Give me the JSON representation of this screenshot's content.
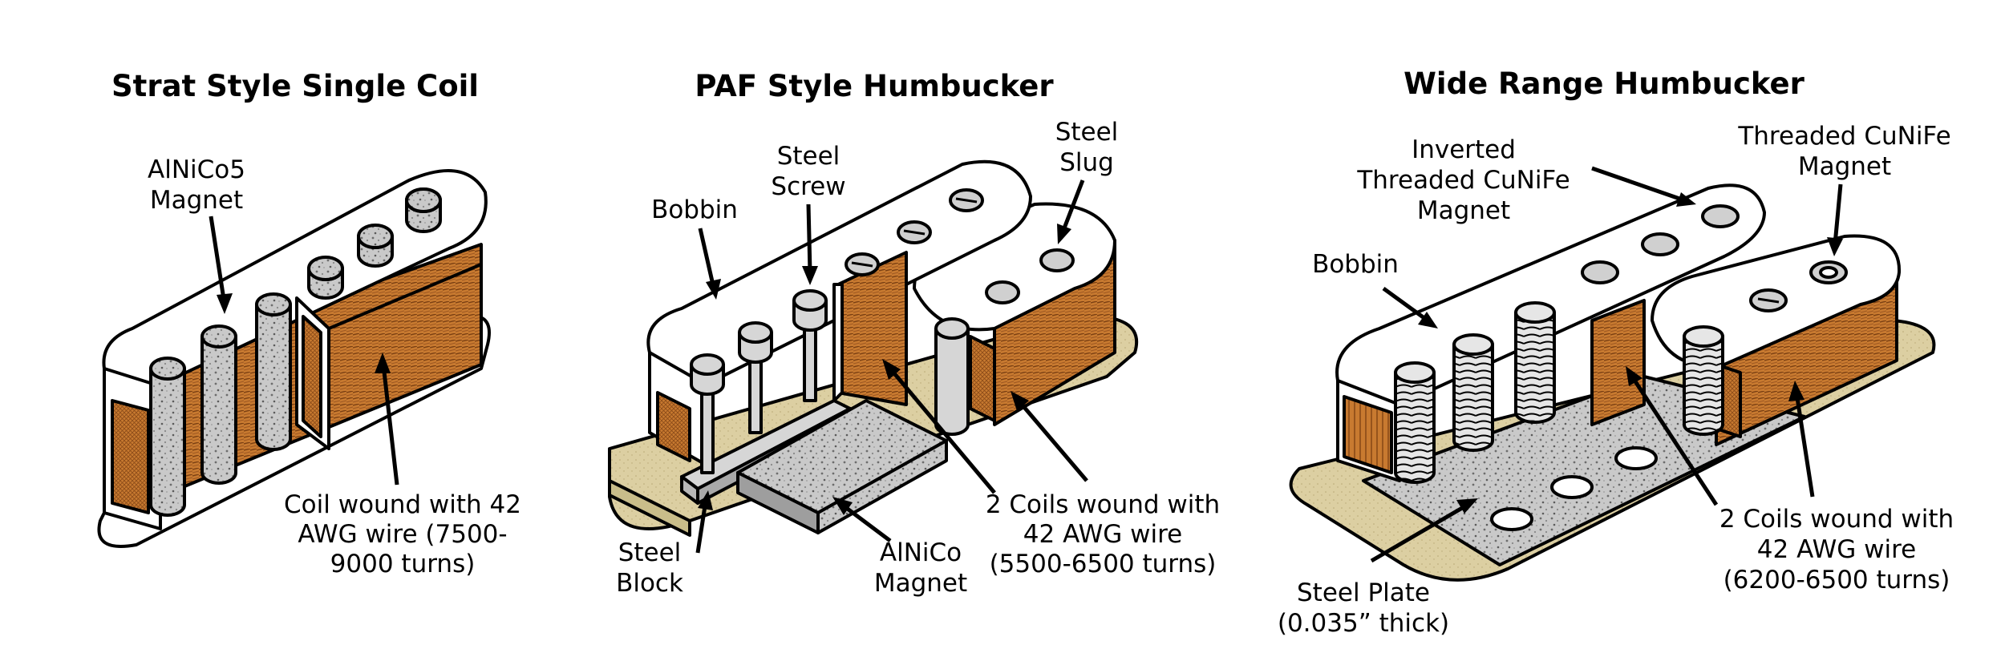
{
  "colors": {
    "copper": "#c87a30",
    "copper_dark": "#8a4a18",
    "alnico_gray": "#c9c9c9",
    "base_plate": "#dccfa2",
    "bobbin_white": "#ffffff",
    "outline": "#000000"
  },
  "panels": [
    {
      "title": "Strat Style Single Coil",
      "labels": {
        "magnet": [
          "AlNiCo5",
          "Magnet"
        ],
        "coil": [
          "Coil wound with 42",
          "AWG wire (7500-",
          "9000 turns)"
        ]
      }
    },
    {
      "title": "PAF Style Humbucker",
      "labels": {
        "bobbin": [
          "Bobbin"
        ],
        "screw": [
          "Steel",
          "Screw"
        ],
        "slug": [
          "Steel",
          "Slug"
        ],
        "block": [
          "Steel",
          "Block"
        ],
        "magnet": [
          "AlNiCo",
          "Magnet"
        ],
        "coils": [
          "2 Coils wound with",
          "42 AWG wire",
          "(5500-6500 turns)"
        ]
      }
    },
    {
      "title": "Wide Range Humbucker",
      "labels": {
        "inverted": [
          "Inverted",
          "Threaded CuNiFe",
          "Magnet"
        ],
        "threaded": [
          "Threaded CuNiFe",
          "Magnet"
        ],
        "bobbin": [
          "Bobbin"
        ],
        "plate": [
          "Steel Plate",
          "(0.035” thick)"
        ],
        "coils": [
          "2 Coils wound with",
          "42 AWG wire",
          "(6200-6500 turns)"
        ]
      }
    }
  ]
}
